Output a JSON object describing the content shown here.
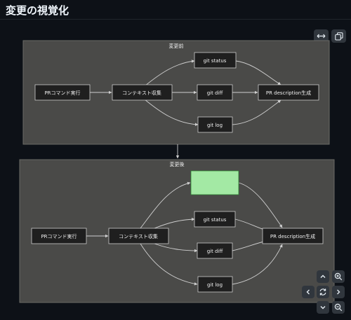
{
  "page": {
    "title": "変更の視覚化"
  },
  "toolbar": {
    "fit_icon": "arrows-left-right-icon",
    "copy_icon": "copy-icon"
  },
  "diagram": {
    "before": {
      "label": "変更前",
      "nodes": {
        "pr_command": "PRコマンド実行",
        "context": "コンテキスト収集",
        "git_status": "git status",
        "git_diff": "git diff",
        "git_log": "git log",
        "pr_description": "PR description生成"
      }
    },
    "after": {
      "label": "変更後",
      "nodes": {
        "pr_command": "PRコマンド実行",
        "context": "コンテキスト収集",
        "new_node": "",
        "git_status": "git status",
        "git_diff": "git diff",
        "git_log": "git log",
        "pr_description": "PR description生成"
      },
      "highlight_color": "#a3e9a4"
    }
  },
  "controls": {
    "icons": [
      "chevron-up-icon",
      "zoom-in-icon",
      "chevron-left-icon",
      "reset-icon",
      "chevron-right-icon",
      "chevron-down-icon",
      "zoom-out-icon"
    ]
  }
}
